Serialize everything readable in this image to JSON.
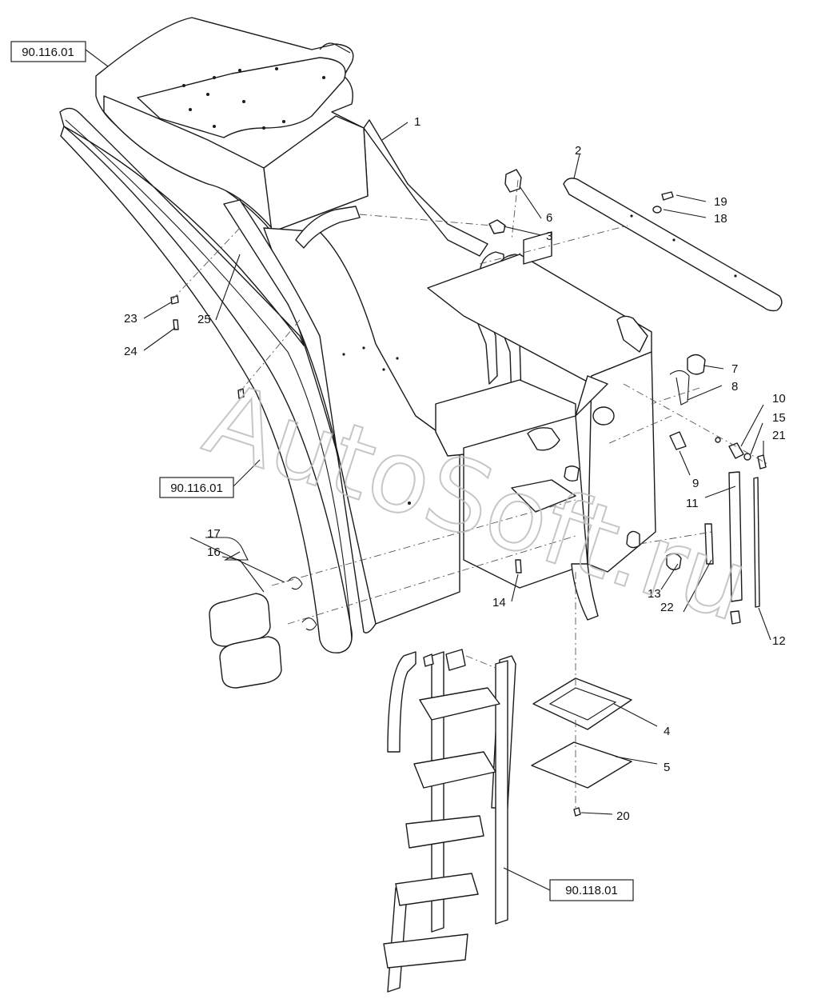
{
  "watermark": "AutoSoft.ru",
  "reference_boxes": [
    {
      "id": "ref-a",
      "text": "90.116.01"
    },
    {
      "id": "ref-b",
      "text": "90.116.01"
    },
    {
      "id": "ref-c",
      "text": "90.118.01"
    }
  ],
  "callouts": [
    "1",
    "2",
    "3",
    "4",
    "5",
    "6",
    "7",
    "8",
    "9",
    "10",
    "11",
    "12",
    "13",
    "14",
    "15",
    "16",
    "17",
    "18",
    "19",
    "20",
    "21",
    "22",
    "23",
    "24",
    "25"
  ]
}
